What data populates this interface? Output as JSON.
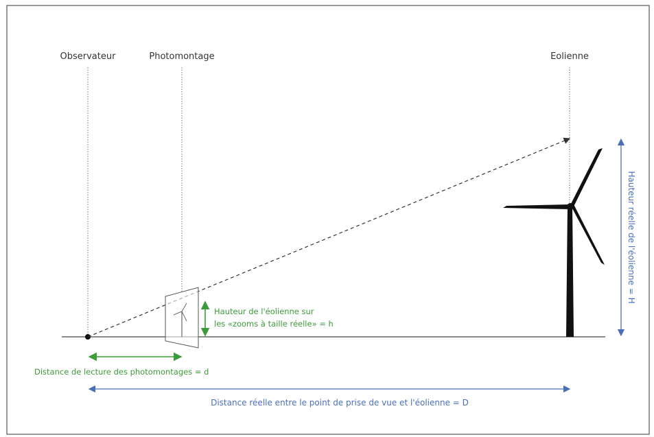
{
  "labels": {
    "observer": "Observateur",
    "photomontage": "Photomontage",
    "wind_turbine": "Eolienne",
    "height_h_line1": "Hauteur de l'éolienne sur",
    "height_h_line2": "les «zooms à taille réelle» = h",
    "reading_distance": "Distance de lecture des photomontages = d",
    "real_distance": "Distance réelle entre le point de prise de vue et l'éolienne = D",
    "real_height": "Hauteur réelle de l'éolienne = H"
  },
  "colors": {
    "green": "#3e9a3a",
    "blue": "#4a6fb8",
    "line": "#444444",
    "turbine": "#111111"
  }
}
